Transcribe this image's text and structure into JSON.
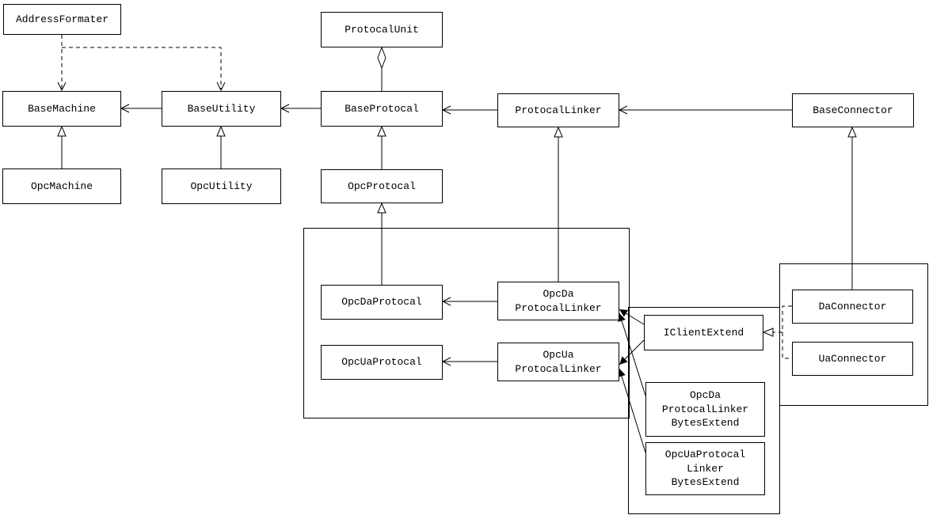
{
  "diagram": {
    "background": "#ffffff",
    "line_color": "#000000",
    "nodes": {
      "address_formater": {
        "lines": [
          "AddressFormater"
        ]
      },
      "protocal_unit": {
        "lines": [
          "ProtocalUnit"
        ]
      },
      "base_machine": {
        "lines": [
          "BaseMachine"
        ]
      },
      "base_utility": {
        "lines": [
          "BaseUtility"
        ]
      },
      "base_protocal": {
        "lines": [
          "BaseProtocal"
        ]
      },
      "protocal_linker": {
        "lines": [
          "ProtocalLinker"
        ]
      },
      "base_connector": {
        "lines": [
          "BaseConnector"
        ]
      },
      "opc_machine": {
        "lines": [
          "OpcMachine"
        ]
      },
      "opc_utility": {
        "lines": [
          "OpcUtility"
        ]
      },
      "opc_protocal": {
        "lines": [
          "OpcProtocal"
        ]
      },
      "opcda_protocal": {
        "lines": [
          "OpcDaProtocal"
        ]
      },
      "opcda_protocal_linker": {
        "lines": [
          "OpcDa",
          "ProtocalLinker"
        ]
      },
      "opcua_protocal": {
        "lines": [
          "OpcUaProtocal"
        ]
      },
      "opcua_protocal_linker": {
        "lines": [
          "OpcUa",
          "ProtocalLinker"
        ]
      },
      "iclient_extend": {
        "lines": [
          "IClientExtend"
        ]
      },
      "da_connector": {
        "lines": [
          "DaConnector"
        ]
      },
      "ua_connector": {
        "lines": [
          "UaConnector"
        ]
      },
      "opcda_protocal_linker_bytes_extend": {
        "lines": [
          "OpcDa",
          "ProtocalLinker",
          "BytesExtend"
        ]
      },
      "opcua_protocal_linker_bytes_extend": {
        "lines": [
          "OpcUaProtocal",
          "Linker",
          "BytesExtend"
        ]
      }
    },
    "edges": [
      {
        "from": "OpcMachine",
        "to": "BaseMachine",
        "type": "inheritance"
      },
      {
        "from": "OpcUtility",
        "to": "BaseUtility",
        "type": "inheritance"
      },
      {
        "from": "OpcProtocal",
        "to": "BaseProtocal",
        "type": "inheritance"
      },
      {
        "from": "OpcDaProtocal",
        "to": "OpcProtocal",
        "type": "inheritance"
      },
      {
        "from": "OpcDaProtocalLinker",
        "to": "ProtocalLinker",
        "type": "inheritance"
      },
      {
        "from": "DaConnector",
        "to": "BaseConnector",
        "type": "inheritance"
      },
      {
        "from": "BaseUtility",
        "to": "BaseMachine",
        "type": "association"
      },
      {
        "from": "BaseProtocal",
        "to": "BaseUtility",
        "type": "association"
      },
      {
        "from": "ProtocalLinker",
        "to": "BaseProtocal",
        "type": "association"
      },
      {
        "from": "BaseConnector",
        "to": "ProtocalLinker",
        "type": "association"
      },
      {
        "from": "OpcDaProtocalLinker",
        "to": "OpcDaProtocal",
        "type": "association"
      },
      {
        "from": "OpcUaProtocalLinker",
        "to": "OpcUaProtocal",
        "type": "association"
      },
      {
        "from": "ProtocalUnit",
        "to": "BaseProtocal",
        "type": "aggregation"
      },
      {
        "from": "AddressFormater",
        "to": "BaseMachine",
        "type": "dependency"
      },
      {
        "from": "AddressFormater",
        "to": "BaseUtility",
        "type": "dependency"
      },
      {
        "from": "DaConnector",
        "to": "IClientExtend",
        "type": "realization"
      },
      {
        "from": "UaConnector",
        "to": "IClientExtend",
        "type": "realization"
      },
      {
        "from": "IClientExtend",
        "to": "OpcDaProtocalLinker",
        "type": "association"
      },
      {
        "from": "IClientExtend",
        "to": "OpcUaProtocalLinker",
        "type": "association"
      },
      {
        "from": "OpcDaProtocalLinkerBytesExtend",
        "to": "OpcDaProtocalLinker",
        "type": "association"
      },
      {
        "from": "OpcUaProtocalLinkerBytesExtend",
        "to": "OpcUaProtocalLinker",
        "type": "association"
      }
    ]
  }
}
